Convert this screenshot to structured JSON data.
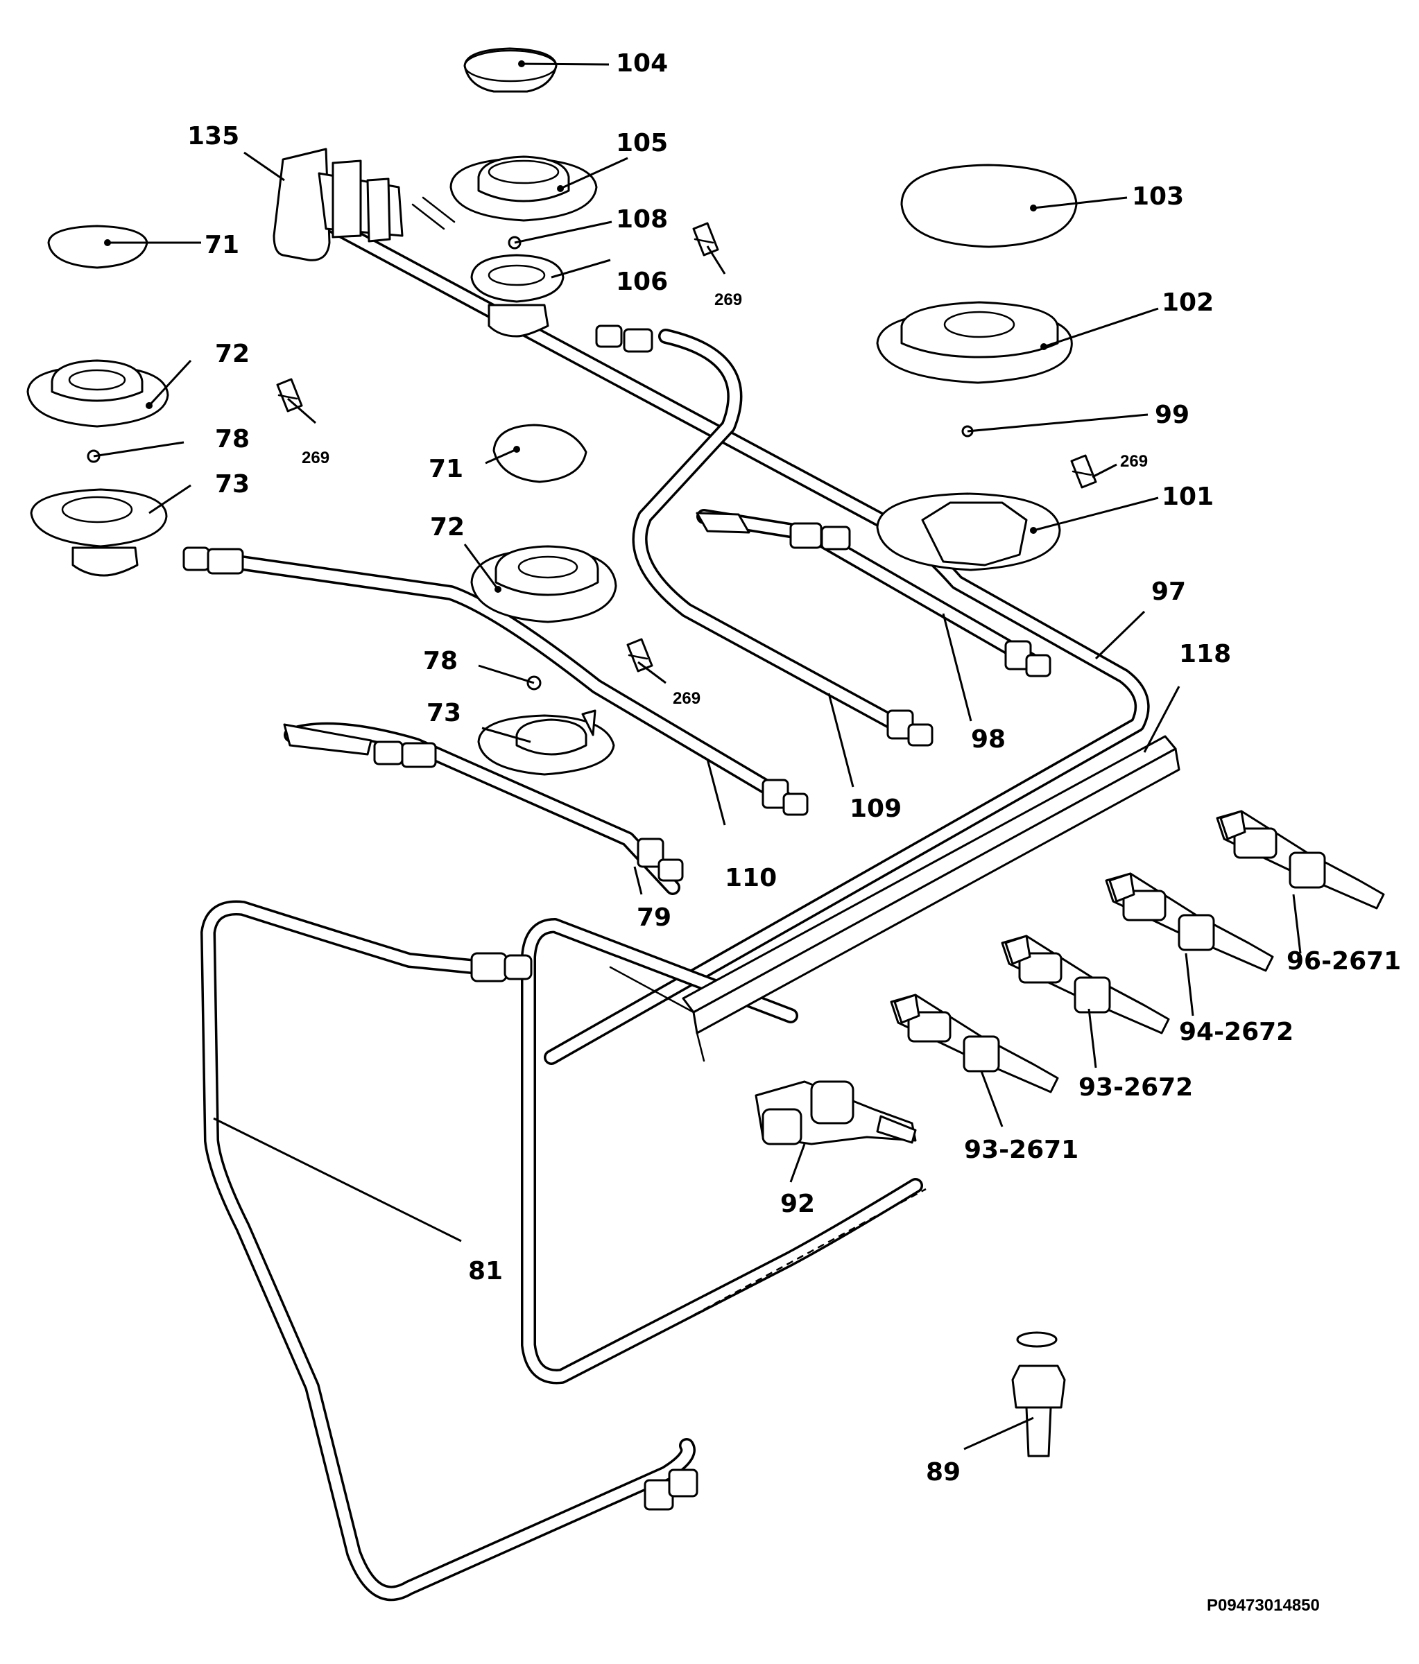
{
  "diagram": {
    "drawing_code": "P09473014850",
    "labels": {
      "p104": "104",
      "p135": "135",
      "p105": "105",
      "p103": "103",
      "p108": "108",
      "p71a": "71",
      "p106": "106",
      "p269a": "269",
      "p102": "102",
      "p72a": "72",
      "p269b": "269",
      "p78a": "78",
      "p99": "99",
      "p71b": "71",
      "p269c": "269",
      "p73a": "73",
      "p101": "101",
      "p72b": "72",
      "p97": "97",
      "p118": "118",
      "p78b": "78",
      "p269d": "269",
      "p73b": "73",
      "p98": "98",
      "p109": "109",
      "p110": "110",
      "p79": "79",
      "p962671": "96-2671",
      "p942672": "94-2672",
      "p932672": "93-2672",
      "p932671": "93-2671",
      "p92": "92",
      "p81": "81",
      "p89": "89"
    }
  }
}
